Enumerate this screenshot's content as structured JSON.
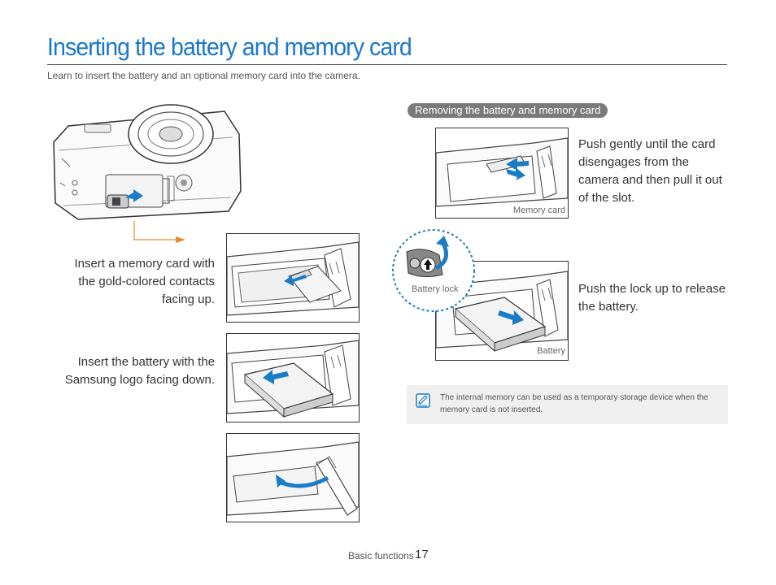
{
  "page": {
    "title": "Inserting the battery and memory card",
    "subtitle": "Learn to insert the battery and an optional memory card into the camera."
  },
  "inserting": {
    "step_memory_card": "Insert a memory card with the gold-colored contacts facing up.",
    "step_battery": "Insert the battery with the Samsung logo facing down."
  },
  "removing": {
    "heading": "Removing the battery and memory card",
    "memory_card_caption": "Push gently until the card disengages from the camera and then pull it out of the slot.",
    "memory_card_label": "Memory card",
    "battery_caption": "Push the lock up to release the battery.",
    "battery_lock_label": "Battery lock",
    "battery_label": "Battery"
  },
  "note": {
    "text": "The internal memory can be used as a temporary storage device when the memory card is not inserted."
  },
  "footer": {
    "section": "Basic functions",
    "page_number": "17"
  },
  "colors": {
    "title_blue": "#1a78c8",
    "arrow_blue": "#1a7cc6",
    "orange_arrow": "#e8892a"
  }
}
